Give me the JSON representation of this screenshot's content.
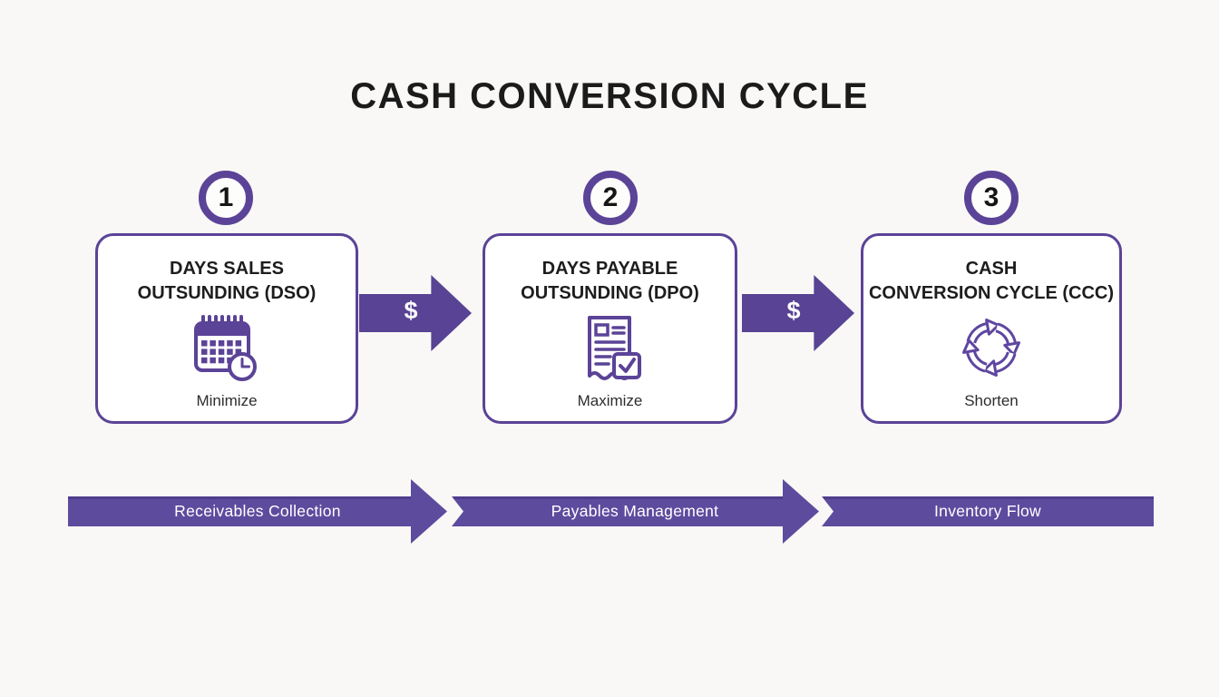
{
  "title": "CASH CONVERSION CYCLE",
  "colors": {
    "primary_purple": "#5b4397",
    "arrow_purple": "#584394",
    "bar_purple": "#5d4b9e",
    "bar_edge_dark": "#4d3d8c",
    "heading_text": "#1b1b1b",
    "background": "#f9f8f6"
  },
  "steps": [
    {
      "number": "1",
      "title_line1": "DAYS SALES",
      "title_line2": "OUTSUNDING (DSO)",
      "icon": "calendar-clock-icon",
      "action": "Minimize"
    },
    {
      "number": "2",
      "title_line1": "DAYS PAYABLE",
      "title_line2": "OUTSUNDING (DPO)",
      "icon": "invoice-check-icon",
      "action": "Maximize"
    },
    {
      "number": "3",
      "title_line1": "CASH",
      "title_line2": "CONVERSION CYCLE (CCC)",
      "icon": "cycle-arrows-icon",
      "action": "Shorten"
    }
  ],
  "connectors": [
    {
      "symbol": "$"
    },
    {
      "symbol": "$"
    }
  ],
  "flow_bar": {
    "segments": [
      {
        "label": "Receivables Collection"
      },
      {
        "label": "Payables Management"
      },
      {
        "label": "Inventory Flow"
      }
    ]
  }
}
